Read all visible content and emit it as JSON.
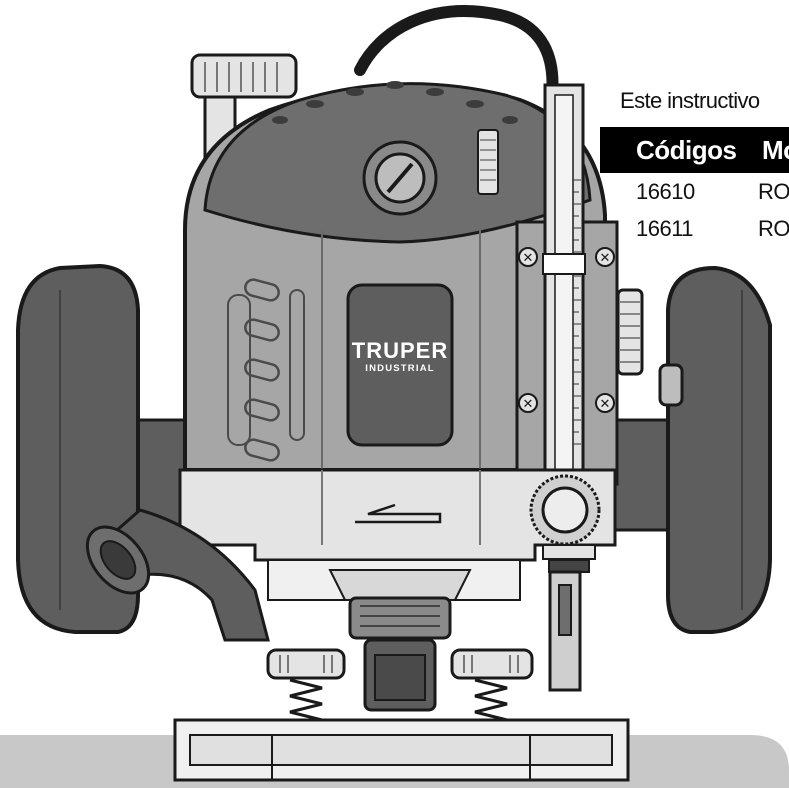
{
  "intro_text": "Este instructivo",
  "models_table": {
    "headers": [
      "Códigos",
      "Mo"
    ],
    "rows": [
      {
        "code": "16610",
        "model": "RO"
      },
      {
        "code": "16611",
        "model": "RO"
      }
    ]
  },
  "illustration": {
    "subject": "router-tool",
    "logo_text": "TRUPER",
    "logo_subtext": "INDUSTRIAL"
  },
  "colors": {
    "body_gray": "#a6a6a6",
    "dark_gray": "#5e5e5e",
    "light_gray": "#e4e4e4",
    "banner_gray": "#c8c8c8",
    "outline": "#1a1a1a"
  }
}
